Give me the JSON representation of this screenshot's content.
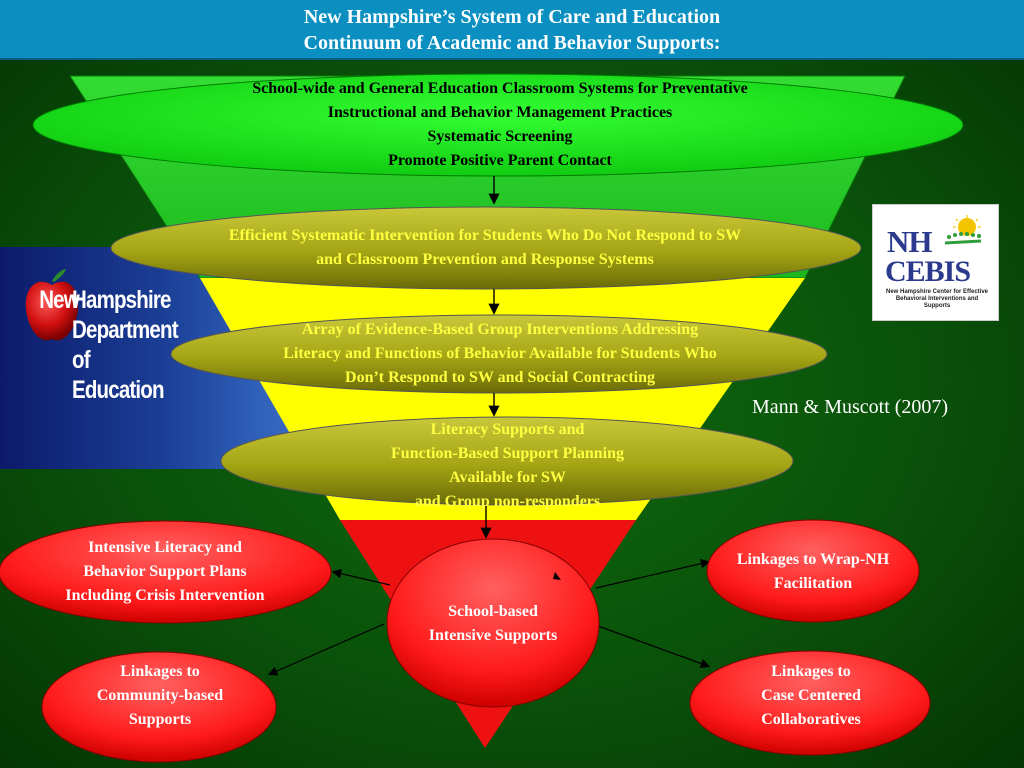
{
  "header": {
    "line1": "New Hampshire’s System of Care and Education",
    "line2": "Continuum of Academic and Behavior Supports:"
  },
  "tiers": [
    {
      "lines": [
        "School-wide and General Education Classroom Systems for Preventative",
        "Instructional and Behavior Management Practices",
        "Systematic Screening",
        "Promote Positive Parent Contact"
      ]
    },
    {
      "lines": [
        "Efficient Systematic Intervention for Students Who Do Not Respond to SW",
        "and Classroom Prevention and Response Systems"
      ]
    },
    {
      "lines": [
        "Array of Evidence-Based Group Interventions Addressing",
        "Literacy and Functions of Behavior Available for Students Who",
        "Don’t Respond to SW and Social Contracting"
      ]
    },
    {
      "lines": [
        "Literacy Supports and",
        "Function-Based Support Planning",
        "Available for SW",
        "and Group non-responders"
      ]
    }
  ],
  "center": {
    "lines": [
      "School-based",
      "Intensive Supports"
    ]
  },
  "satellites": {
    "intensive": {
      "lines": [
        "Intensive  Literacy and",
        "Behavior Support Plans",
        "Including Crisis Intervention"
      ]
    },
    "wrap": {
      "lines": [
        "Linkages to Wrap-NH",
        "Facilitation"
      ]
    },
    "community": {
      "lines": [
        "Linkages to",
        "Community-based",
        "Supports"
      ]
    },
    "case": {
      "lines": [
        "Linkages to",
        "Case Centered",
        "Collaboratives"
      ]
    }
  },
  "logos": {
    "nhdoe": {
      "new": "New",
      "lines": [
        "Hampshire",
        "Department",
        "of",
        "Education"
      ]
    },
    "cebis": {
      "nh": "NH",
      "cebis": "CEBIS",
      "sub": "New Hampshire Center for Effective Behavioral Interventions and Supports"
    }
  },
  "citation": "Mann & Muscott (2007)",
  "colors": {
    "header_bg": "#0a8fc0",
    "green_tier": "#22cc22",
    "yellow_tier": "#ffff00",
    "red_tier": "#ee1111",
    "olive_ellipse": "#a8a818",
    "red_ellipse": "#ff2020"
  }
}
